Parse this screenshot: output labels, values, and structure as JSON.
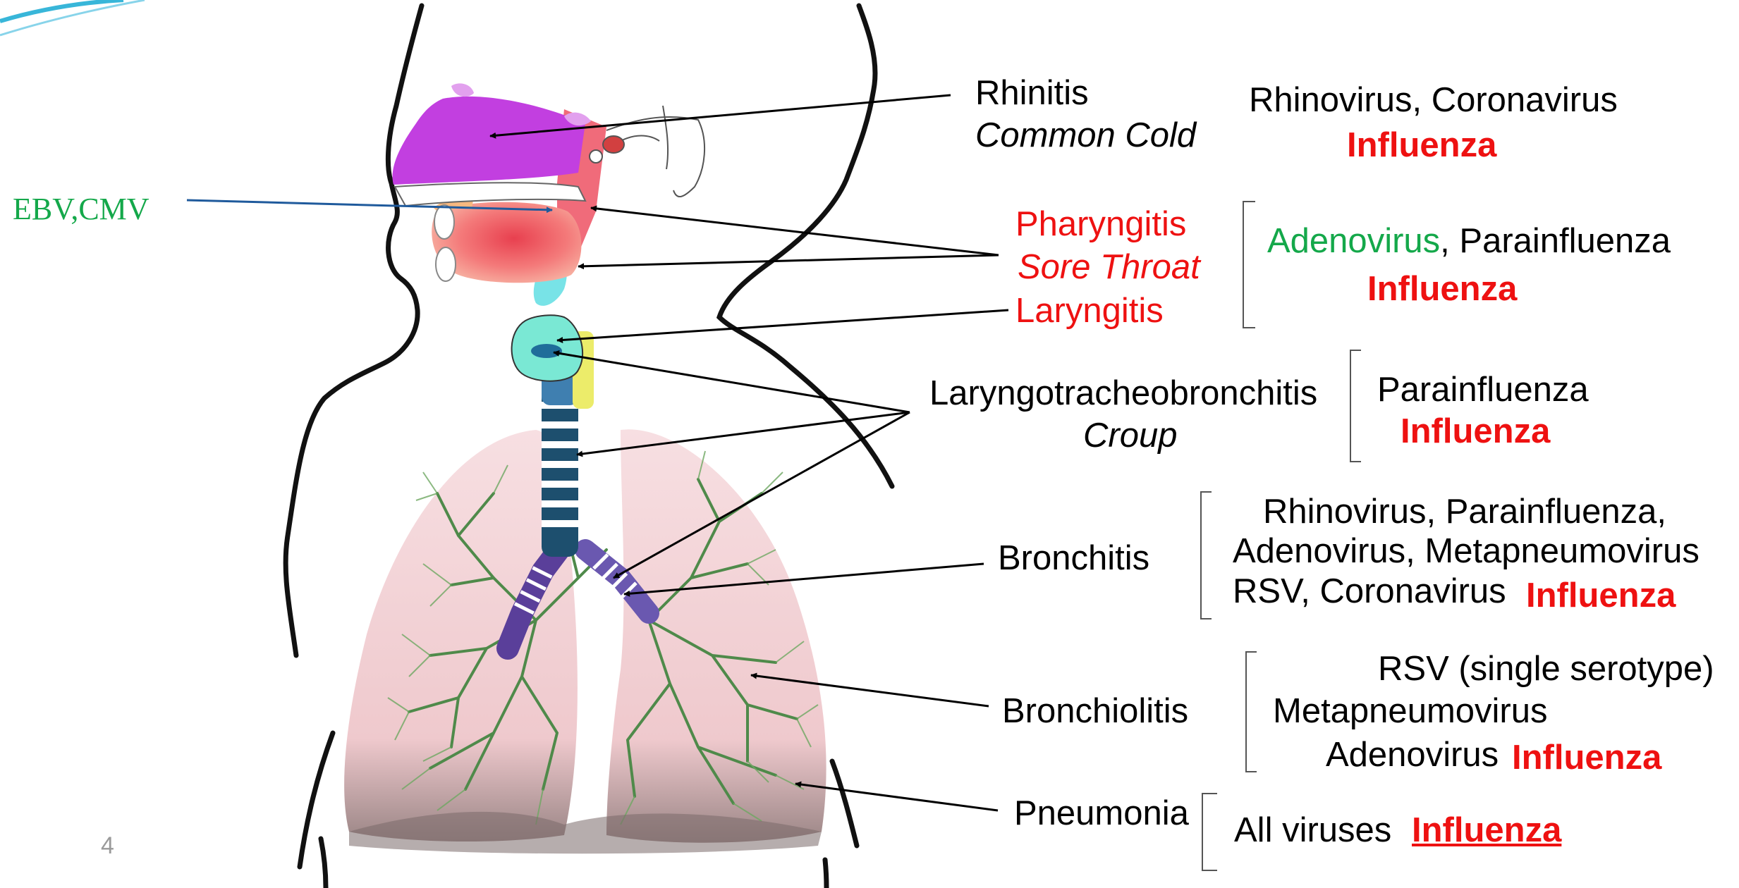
{
  "slide": {
    "page_number": "4"
  },
  "ebv_label": "EBV,CMV",
  "conditions": {
    "rhinitis": {
      "name": "Rhinitis",
      "common": "Common Cold"
    },
    "pharyngitis": {
      "name": "Pharyngitis",
      "common": "Sore Throat"
    },
    "laryngitis": {
      "name": "Laryngitis"
    },
    "croup": {
      "name": "Laryngotracheobronchitis",
      "common": "Croup"
    },
    "bronchitis": {
      "name": "Bronchitis"
    },
    "bronchiolitis": {
      "name": "Bronchiolitis"
    },
    "pneumonia": {
      "name": "Pneumonia"
    }
  },
  "viruses": {
    "rhinitis": {
      "line1": "Rhinovirus, Coronavirus",
      "influenza": "Influenza"
    },
    "pharyngitis": {
      "green": "Adenovirus",
      "rest": ", Parainfluenza",
      "influenza": "Influenza"
    },
    "croup": {
      "line1": "Parainfluenza",
      "influenza": "Influenza"
    },
    "bronchitis": {
      "line1": "Rhinovirus, Parainfluenza,",
      "line2": "Adenovirus, Metapneumovirus",
      "line3": "RSV, Coronavirus",
      "influenza": "Influenza"
    },
    "bronchiolitis": {
      "line1": "RSV (single serotype)",
      "line2": "Metapneumovirus",
      "line3": "Adenovirus",
      "influenza": "Influenza"
    },
    "pneumonia": {
      "line1": "All viruses",
      "influenza": "Influenza"
    }
  },
  "colors": {
    "influenza": "#ee1111",
    "pharyngitis_label": "#ee1111",
    "adenovirus_highlight": "#14a84a",
    "ebv_label": "#14a84a",
    "ebv_arrow": "#1f5a9c",
    "nasal_cavity": "#c23fe0",
    "oral_cavity": "#f07a6a",
    "pharynx": "#f06b7a",
    "larynx": "#5ed4c8",
    "trachea": "#3f7fb0",
    "bronchi": "#5a3f9a",
    "lungs": "#f4cfd3",
    "bronchioles": "#4f8a4a"
  }
}
